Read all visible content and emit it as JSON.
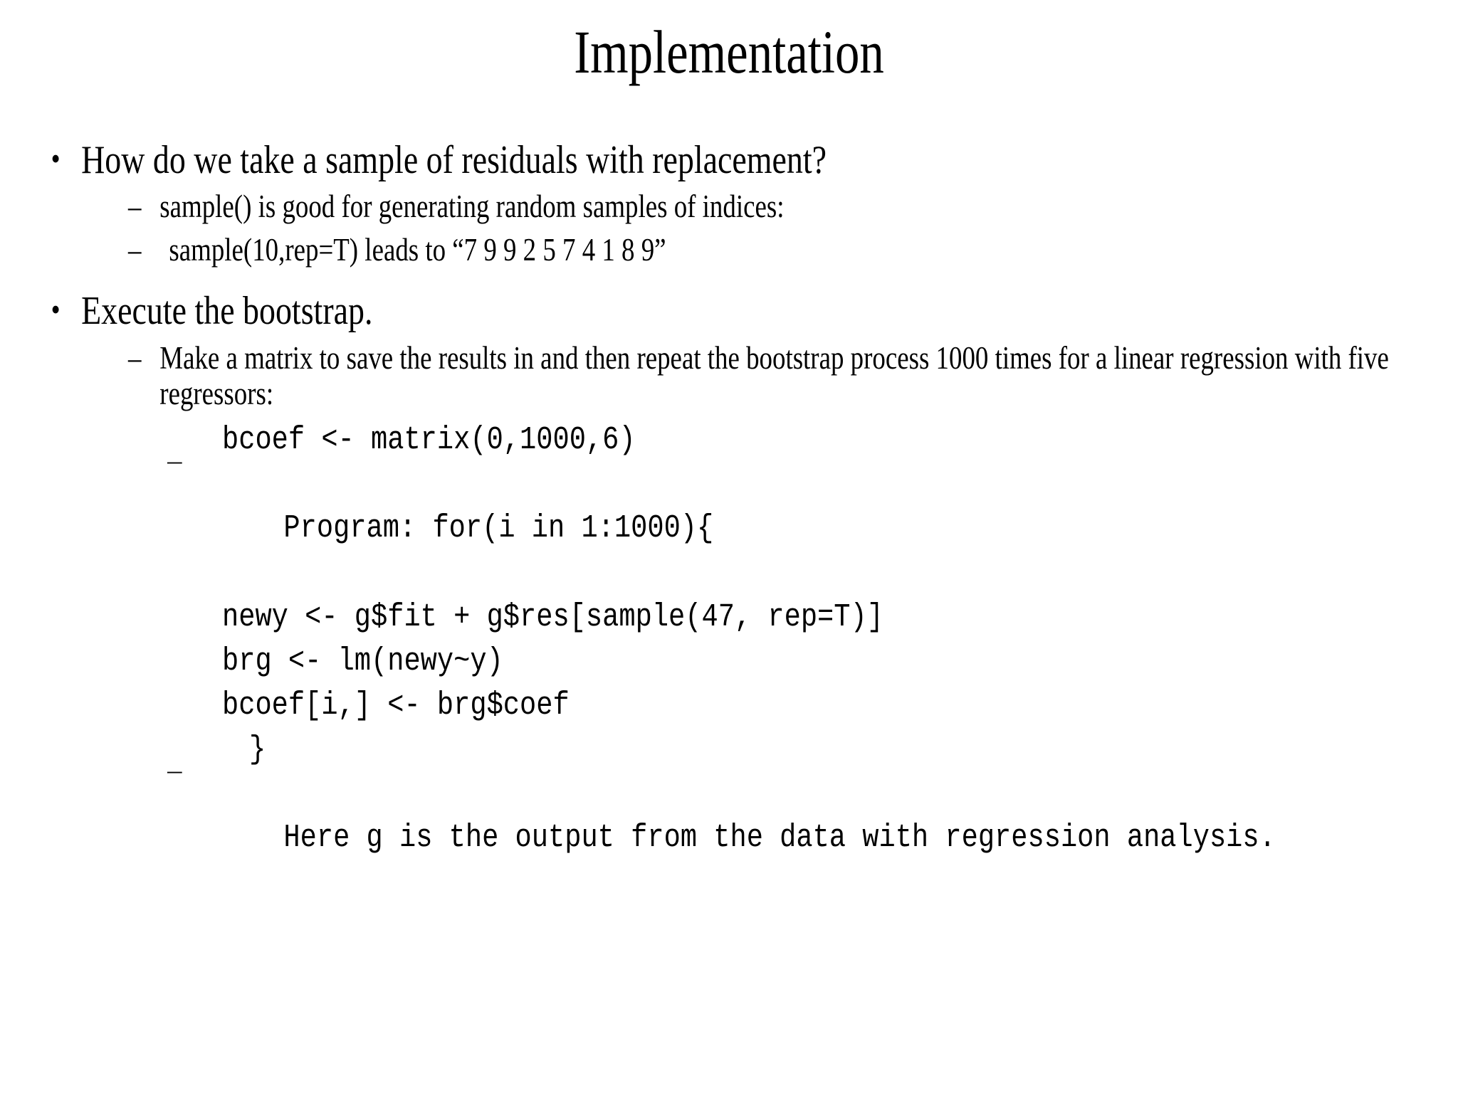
{
  "slide": {
    "title": "Implementation",
    "bullets": [
      {
        "level": 1,
        "marker": "•",
        "text": "How do we take a sample of residuals with replacement?"
      },
      {
        "level": 2,
        "marker": "–",
        "text": "sample() is good for generating random samples of indices:"
      },
      {
        "level": 2,
        "marker": "–",
        "text": " sample(10,rep=T) leads to  “7 9 9 2 5 7 4 1 8 9”"
      },
      {
        "level": 1,
        "marker": "•",
        "text": "Execute the bootstrap."
      },
      {
        "level": 2,
        "marker": "–",
        "text": "Make a matrix to save the results in and then repeat the bootstrap process 1000 times for a linear regression with five regressors:"
      }
    ],
    "code_block": {
      "marker": "¯",
      "lines": [
        {
          "kind": "code",
          "text": "bcoef <- matrix(0,1000,6)"
        },
        {
          "kind": "code-bullet",
          "text": "Program: for(i in 1:1000){"
        },
        {
          "kind": "code",
          "text": "newy <- g$fit + g$res[sample(47, rep=T)]"
        },
        {
          "kind": "code",
          "text": "brg <- lm(newy~y)"
        },
        {
          "kind": "code",
          "text": "bcoef[i,] <- brg$coef"
        },
        {
          "kind": "code-brace",
          "text": "}"
        },
        {
          "kind": "code-bullet",
          "text": "Here g is the output from the data with regression analysis."
        }
      ]
    },
    "colors": {
      "background": "#ffffff",
      "text": "#000000"
    }
  }
}
